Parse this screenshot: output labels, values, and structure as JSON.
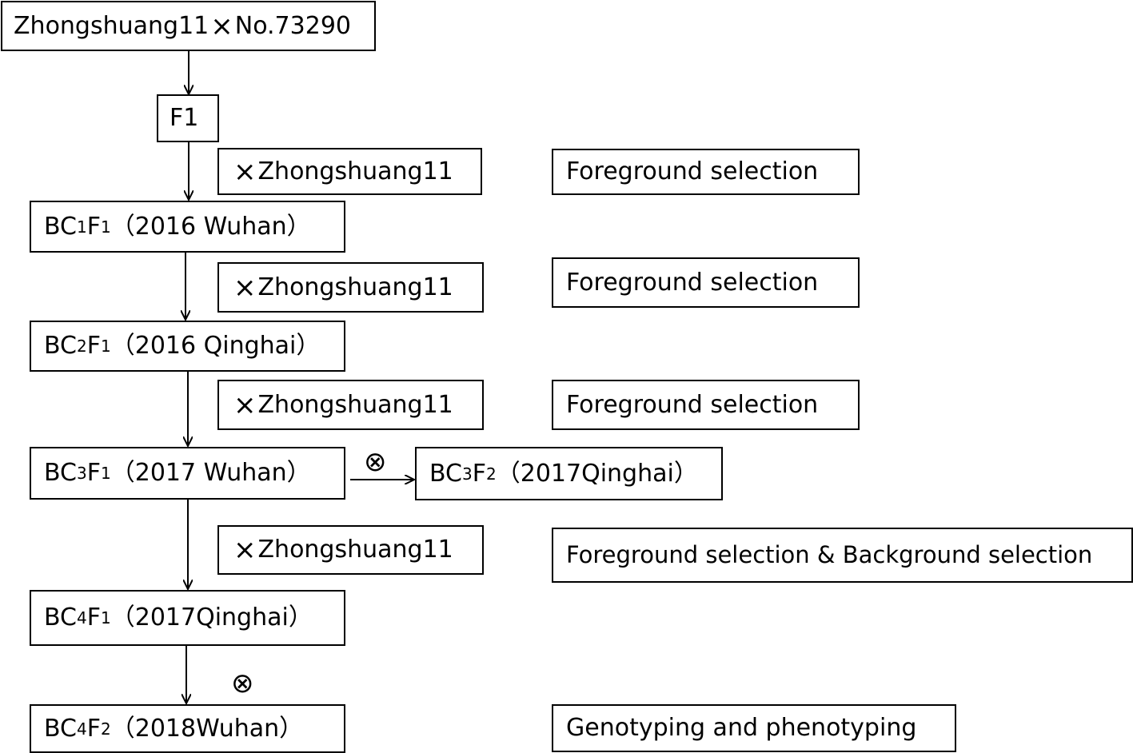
{
  "diagram": {
    "cross_symbol": "×",
    "self_symbol": "⊗",
    "parents": {
      "p1": "Zhongshuang11",
      "p2": "No.73290"
    },
    "f1": {
      "label": "F1"
    },
    "backcross_parent": "Zhongshuang11",
    "generations": [
      {
        "prefix": "BC",
        "bc": "1",
        "f": "1",
        "env": "（2016 Wuhan）"
      },
      {
        "prefix": "BC",
        "bc": "2",
        "f": "1",
        "env": "（2016 Qinghai）"
      },
      {
        "prefix": "BC",
        "bc": "3",
        "f": "1",
        "env": "（2017 Wuhan）"
      },
      {
        "prefix": "BC",
        "bc": "4",
        "f": "1",
        "env": "（2017Qinghai）"
      },
      {
        "prefix": "BC",
        "bc": "4",
        "f": "2",
        "env": "（2018Wuhan）"
      }
    ],
    "side_generation": {
      "prefix": "BC",
      "bc": "3",
      "f": "2",
      "env": "（2017Qinghai）"
    },
    "selections": [
      "Foreground selection",
      "Foreground selection",
      "Foreground selection",
      "Foreground selection & Background selection",
      "Genotyping and phenotyping"
    ]
  }
}
